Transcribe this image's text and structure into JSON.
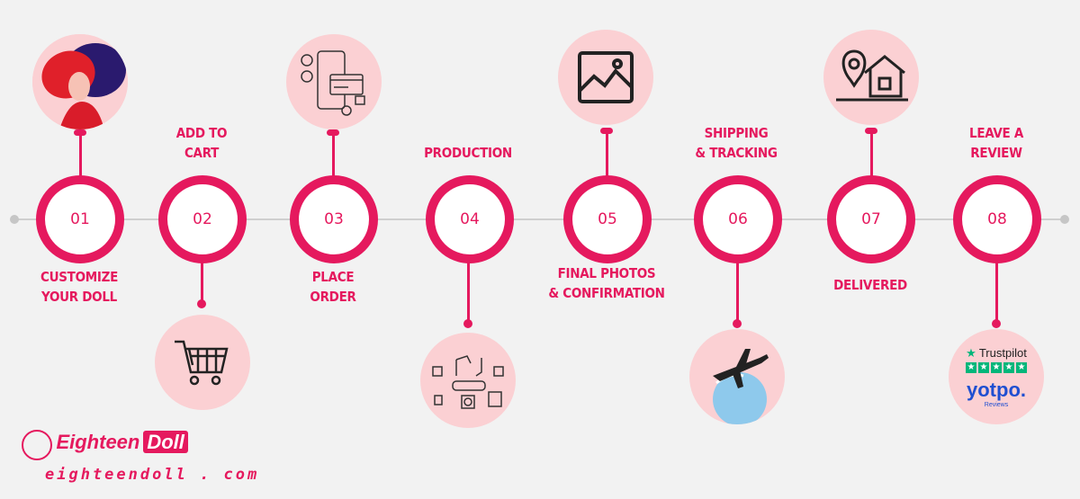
{
  "steps": [
    {
      "number": "01",
      "label_line1": "CUSTOMIZE",
      "label_line2": "YOUR DOLL",
      "icon": "doll-portrait-icon"
    },
    {
      "number": "02",
      "label_line1": "ADD TO",
      "label_line2": "CART",
      "icon": "shopping-cart-icon"
    },
    {
      "number": "03",
      "label_line1": "PLACE",
      "label_line2": "ORDER",
      "icon": "phone-payment-icon"
    },
    {
      "number": "04",
      "label_line1": "PRODUCTION",
      "label_line2": "",
      "icon": "factory-production-icon"
    },
    {
      "number": "05",
      "label_line1": "FINAL PHOTOS",
      "label_line2": "& CONFIRMATION",
      "icon": "photo-icon"
    },
    {
      "number": "06",
      "label_line1": "SHIPPING",
      "label_line2": "& TRACKING",
      "icon": "airplane-globe-icon"
    },
    {
      "number": "07",
      "label_line1": "DELIVERED",
      "label_line2": "",
      "icon": "house-location-icon"
    },
    {
      "number": "08",
      "label_line1": "LEAVE A",
      "label_line2": "REVIEW",
      "icon": "review-badges-icon"
    }
  ],
  "reviews": {
    "trustpilot": "Trustpilot",
    "yotpo": "yotpo.",
    "yotpo_sub": "Reviews"
  },
  "brand": {
    "name_part1": "Eighteen",
    "name_part2": "Doll",
    "url": "eighteendoll . com"
  },
  "colors": {
    "accent": "#e5195e",
    "icon_bg": "#fbd0d3",
    "background": "#f2f2f2"
  }
}
